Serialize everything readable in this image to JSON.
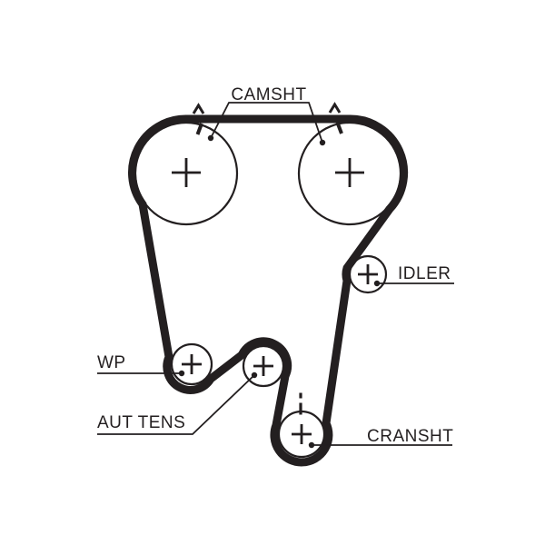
{
  "diagram": {
    "kind": "timing-belt-routing-diagram",
    "background_color": "#ffffff",
    "ink_color": "#231f20",
    "labels": {
      "camshaft": "CAMSHT",
      "idler": "IDLER",
      "water_pump": "WP",
      "auto_tensioner": "AUT TENS",
      "crankshaft": "CRANSHT"
    },
    "components": [
      {
        "id": "camshaft-pulley-left",
        "label_key": "camshaft",
        "marks": [
          "center-cross",
          "timing-caret",
          "timing-tick"
        ]
      },
      {
        "id": "camshaft-pulley-right",
        "label_key": "camshaft",
        "marks": [
          "center-cross",
          "timing-caret",
          "timing-tick"
        ]
      },
      {
        "id": "idler-pulley",
        "label_key": "idler",
        "marks": [
          "center-cross"
        ]
      },
      {
        "id": "water-pump-pulley",
        "label_key": "water_pump",
        "marks": [
          "center-cross"
        ]
      },
      {
        "id": "tensioner-pulley",
        "label_key": "auto_tensioner",
        "marks": [
          "center-cross"
        ]
      },
      {
        "id": "crankshaft-pulley",
        "label_key": "crankshaft",
        "marks": [
          "center-cross",
          "dashed-timing-mark"
        ]
      }
    ]
  }
}
